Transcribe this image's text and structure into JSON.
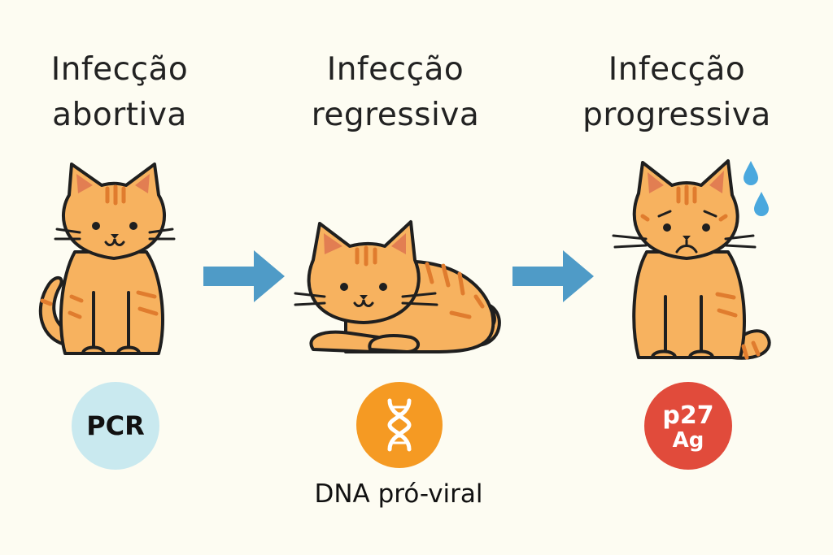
{
  "stages": [
    {
      "title_line1": "Infecção",
      "title_line2": "abortiva"
    },
    {
      "title_line1": "Infecção",
      "title_line2": "regressiva"
    },
    {
      "title_line1": "Infecção",
      "title_line2": "progressiva"
    }
  ],
  "badges": {
    "pcr": {
      "label": "PCR",
      "color": "#c9e9ef"
    },
    "dna": {
      "icon": "dna-icon",
      "color": "#f59a23",
      "caption": "DNA pró-viral"
    },
    "p27": {
      "line1": "p27",
      "line2": "Ag",
      "color": "#e14b3b"
    }
  },
  "colors": {
    "cat_fur": "#f7b25f",
    "cat_stripe": "#e07c2e",
    "cat_outline": "#1f1f1f",
    "cat_ear_inner": "#e27e52",
    "arrow": "#4f9bc7",
    "tear": "#4aa8de"
  }
}
